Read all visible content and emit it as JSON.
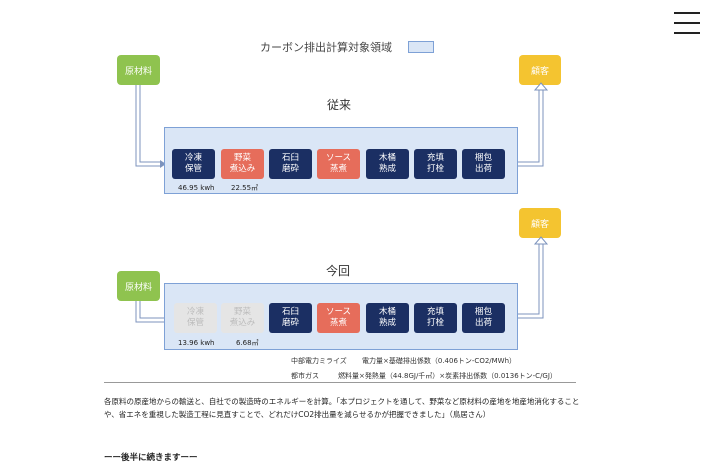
{
  "legend": {
    "text": "カーボン排出計算対象領域",
    "swatch_color": "#dae6f6"
  },
  "colors": {
    "primary": "#1b2f63",
    "accent": "#e66d5b",
    "green": "#8fc34f",
    "yellow": "#f4c430"
  },
  "conventional": {
    "title": "従来",
    "raw_material": "原材料",
    "customer": "顧客",
    "steps": [
      {
        "line1": "冷凍",
        "line2": "保管",
        "color": "blue"
      },
      {
        "line1": "野菜",
        "line2": "煮込み",
        "color": "red"
      },
      {
        "line1": "石臼",
        "line2": "磨砕",
        "color": "blue"
      },
      {
        "line1": "ソース",
        "line2": "蒸煮",
        "color": "red"
      },
      {
        "line1": "木桶",
        "line2": "熟成",
        "color": "blue"
      },
      {
        "line1": "充填",
        "line2": "打栓",
        "color": "blue"
      },
      {
        "line1": "梱包",
        "line2": "出荷",
        "color": "blue"
      }
    ],
    "electricity": "46.95 kwh",
    "gas": "22.55㎥"
  },
  "current": {
    "title": "今回",
    "raw_material": "原材料",
    "customer": "顧客",
    "steps": [
      {
        "line1": "冷凍",
        "line2": "保管",
        "color": "gray"
      },
      {
        "line1": "野菜",
        "line2": "煮込み",
        "color": "gray"
      },
      {
        "line1": "石臼",
        "line2": "磨砕",
        "color": "blue"
      },
      {
        "line1": "ソース",
        "line2": "蒸煮",
        "color": "red"
      },
      {
        "line1": "木桶",
        "line2": "熟成",
        "color": "blue"
      },
      {
        "line1": "充填",
        "line2": "打栓",
        "color": "blue"
      },
      {
        "line1": "梱包",
        "line2": "出荷",
        "color": "blue"
      }
    ],
    "electricity": "13.96 kwh",
    "gas": "6.68㎥"
  },
  "formulas": {
    "electric_label": "中部電力ミライズ",
    "electric_formula": "電力量×基礎排出係数（0.406トン-CO2/MWh）",
    "gas_label": "都市ガス",
    "gas_formula": "燃料量×発熱量（44.8GJ/千㎥）×炭素排出係数（0.0136トン-C/GJ）"
  },
  "body": {
    "paragraph": "各原料の原産地からの輸送と、自社での製造時のエネルギーを計算。「本プロジェクトを通して、野菜など原材料の産地を地産地消化することや、省エネを重視した製造工程に見直すことで、どれだけCO2排出量を減らせるかが把握できました」（鳥居さん）",
    "footer": "ーー後半に続きますーー"
  }
}
